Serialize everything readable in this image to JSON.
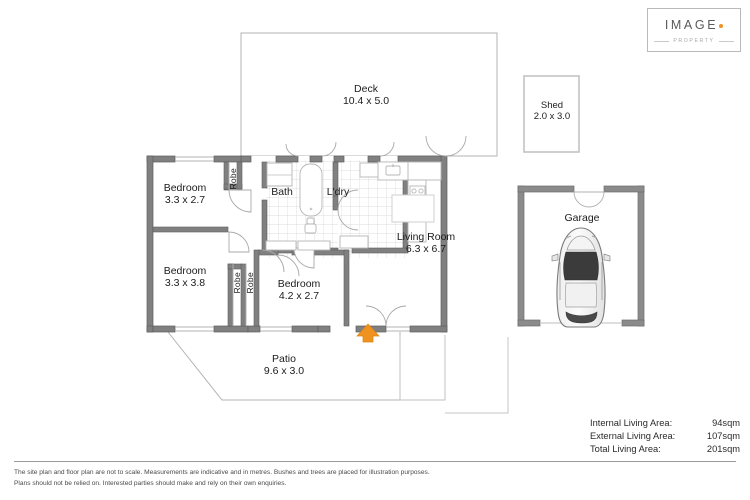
{
  "logo": {
    "name": "brand-logo",
    "main_text": "IMAGE",
    "sub_text": "PROPERTY",
    "dot_color": "#ef9220"
  },
  "colors": {
    "wall": "#808080",
    "wall_outline": "#5e5e5e",
    "thin_line": "#b0b0b0",
    "accent_orange": "#ef9220",
    "text": "#1c1c1c"
  },
  "rooms": [
    {
      "name": "Deck",
      "dims": "10.4 x 5.0"
    },
    {
      "name": "Shed",
      "dims": "2.0 x 3.0"
    },
    {
      "name": "Bedroom",
      "dims": "3.3 x 2.7"
    },
    {
      "name": "Bath",
      "dims": ""
    },
    {
      "name": "L'dry",
      "dims": ""
    },
    {
      "name": "Living Room",
      "dims": "6.3 x 6.7"
    },
    {
      "name": "Garage",
      "dims": ""
    },
    {
      "name": "Bedroom",
      "dims": "3.3 x 3.8"
    },
    {
      "name": "Bedroom",
      "dims": "4.2 x 2.7"
    },
    {
      "name": "Patio",
      "dims": "9.6 x 3.0"
    }
  ],
  "robes": [
    {
      "label": "Robe"
    },
    {
      "label": "Robe"
    },
    {
      "label": "Robe"
    }
  ],
  "areas": [
    {
      "label": "Internal Living Area:",
      "value": "94sqm"
    },
    {
      "label": "External Living Area:",
      "value": "107sqm"
    },
    {
      "label": "Total Living Area:",
      "value": "201sqm"
    }
  ],
  "footer": {
    "disclaimer_line1": "The site plan and floor plan are not to scale. Measurements are indicative and in metres. Bushes and trees are placed for illustration purposes.",
    "disclaimer_line2": "Plans should not be relied on. Interested parties should make and rely on their own enquiries."
  },
  "markers": {
    "entry_arrow": "entry-arrow-icon"
  }
}
